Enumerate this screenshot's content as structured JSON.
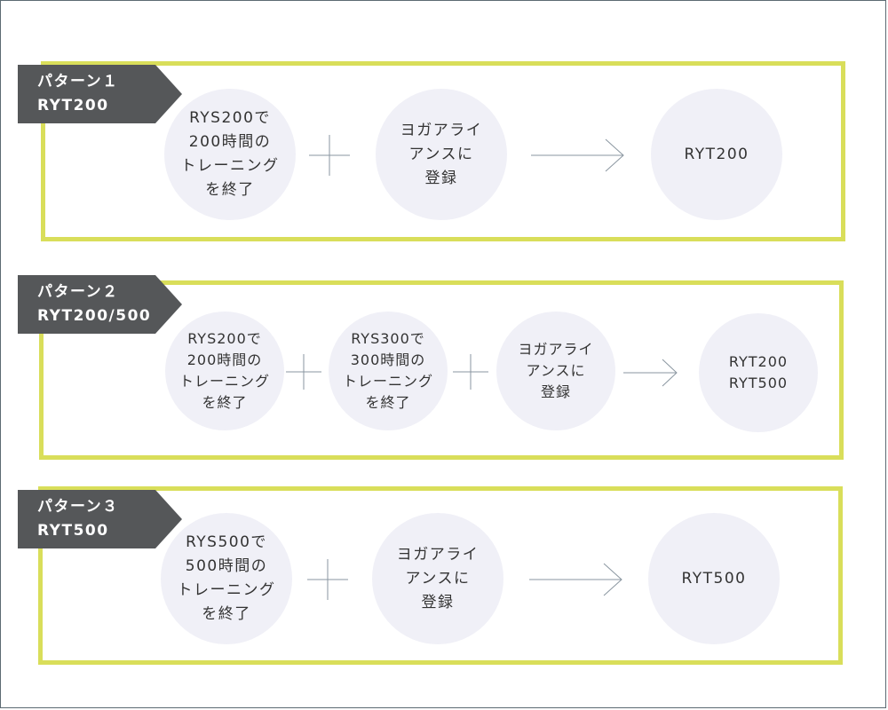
{
  "colors": {
    "panel_border": "#d9de5a",
    "tag_background": "#555759",
    "circle_fill": "#f0f0f7",
    "connector": "#8a96a0"
  },
  "icons": [
    "plus-icon",
    "arrow-right-icon"
  ],
  "patterns": [
    {
      "title": "パターン１",
      "subtitle": "RYT200",
      "steps": [
        "RYS200で\n200時間の\nトレーニング\nを終了",
        "ヨガアライ\nアンスに\n登録"
      ],
      "result": "RYT200"
    },
    {
      "title": "パターン２",
      "subtitle": "RYT200/500",
      "steps": [
        "RYS200で\n200時間の\nトレーニング\nを終了",
        "RYS300で\n300時間の\nトレーニング\nを終了",
        "ヨガアライ\nアンスに\n登録"
      ],
      "result": "RYT200\nRYT500"
    },
    {
      "title": "パターン３",
      "subtitle": "RYT500",
      "steps": [
        "RYS500で\n500時間の\nトレーニング\nを終了",
        "ヨガアライ\nアンスに\n登録"
      ],
      "result": "RYT500"
    }
  ]
}
